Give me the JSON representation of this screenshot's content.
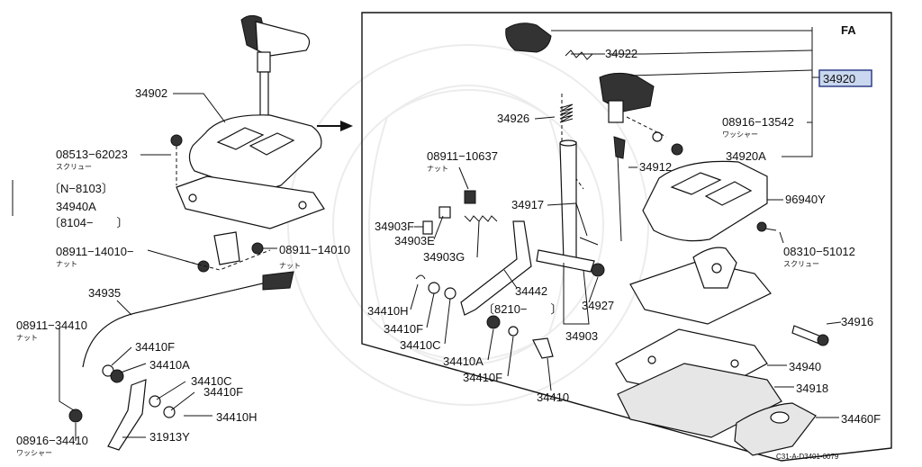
{
  "corner_label": "FA",
  "diagram_code": "C31-A-D3401-0079",
  "highlighted_part": "34920",
  "labels": {
    "p34922": "34922",
    "p34920": "34920",
    "p34926": "34926",
    "p08916_13542": "08916−13542",
    "p08916_13542_sub": "ワッシャー",
    "p34920A": "34920A",
    "p08911_10637": "08911−10637",
    "p08911_10637_sub": "ナット",
    "p34912": "34912",
    "p96940Y": "96940Y",
    "p34917": "34917",
    "p34903F": "34903F",
    "p34903E": "34903E",
    "p34903G": "34903G",
    "p08310_51012": "08310−51012",
    "p08310_51012_sub": "スクリュー",
    "p34442": "34442",
    "p34410H_r": "34410H",
    "p34410F_r1": "34410F",
    "p34410C_r": "34410C",
    "p8210": "〔8210−　　〕",
    "p34927": "34927",
    "p34903": "34903",
    "p34916": "34916",
    "p34410A_r": "34410A",
    "p34410F_r2": "34410F",
    "p34410_r": "34410",
    "p34940": "34940",
    "p34918": "34918",
    "p34460F": "34460F",
    "p34902": "34902",
    "p08513_62023": "08513−62023",
    "p08513_62023_sub": "スクリュー",
    "pN8103": "〔N−8103〕",
    "p34940A": "34940A",
    "p8104": "〔8104−　　〕",
    "p08911_14010_a": "08911−14010−",
    "p08911_14010_a_sub": "ナット",
    "p08911_14010_b": "08911−14010",
    "p08911_14010_b_sub": "ナット",
    "p34935": "34935",
    "p08911_34410": "08911−34410",
    "p08911_34410_sub": "ナット",
    "p34410F_l1": "34410F",
    "p34410A_l": "34410A",
    "p34410C_l": "34410C",
    "p34410F_l2": "34410F",
    "p34410H_l": "34410H",
    "p08916_34410": "08916−34410",
    "p08916_34410_sub": "ワッシャー",
    "p31913Y": "31913Y"
  }
}
